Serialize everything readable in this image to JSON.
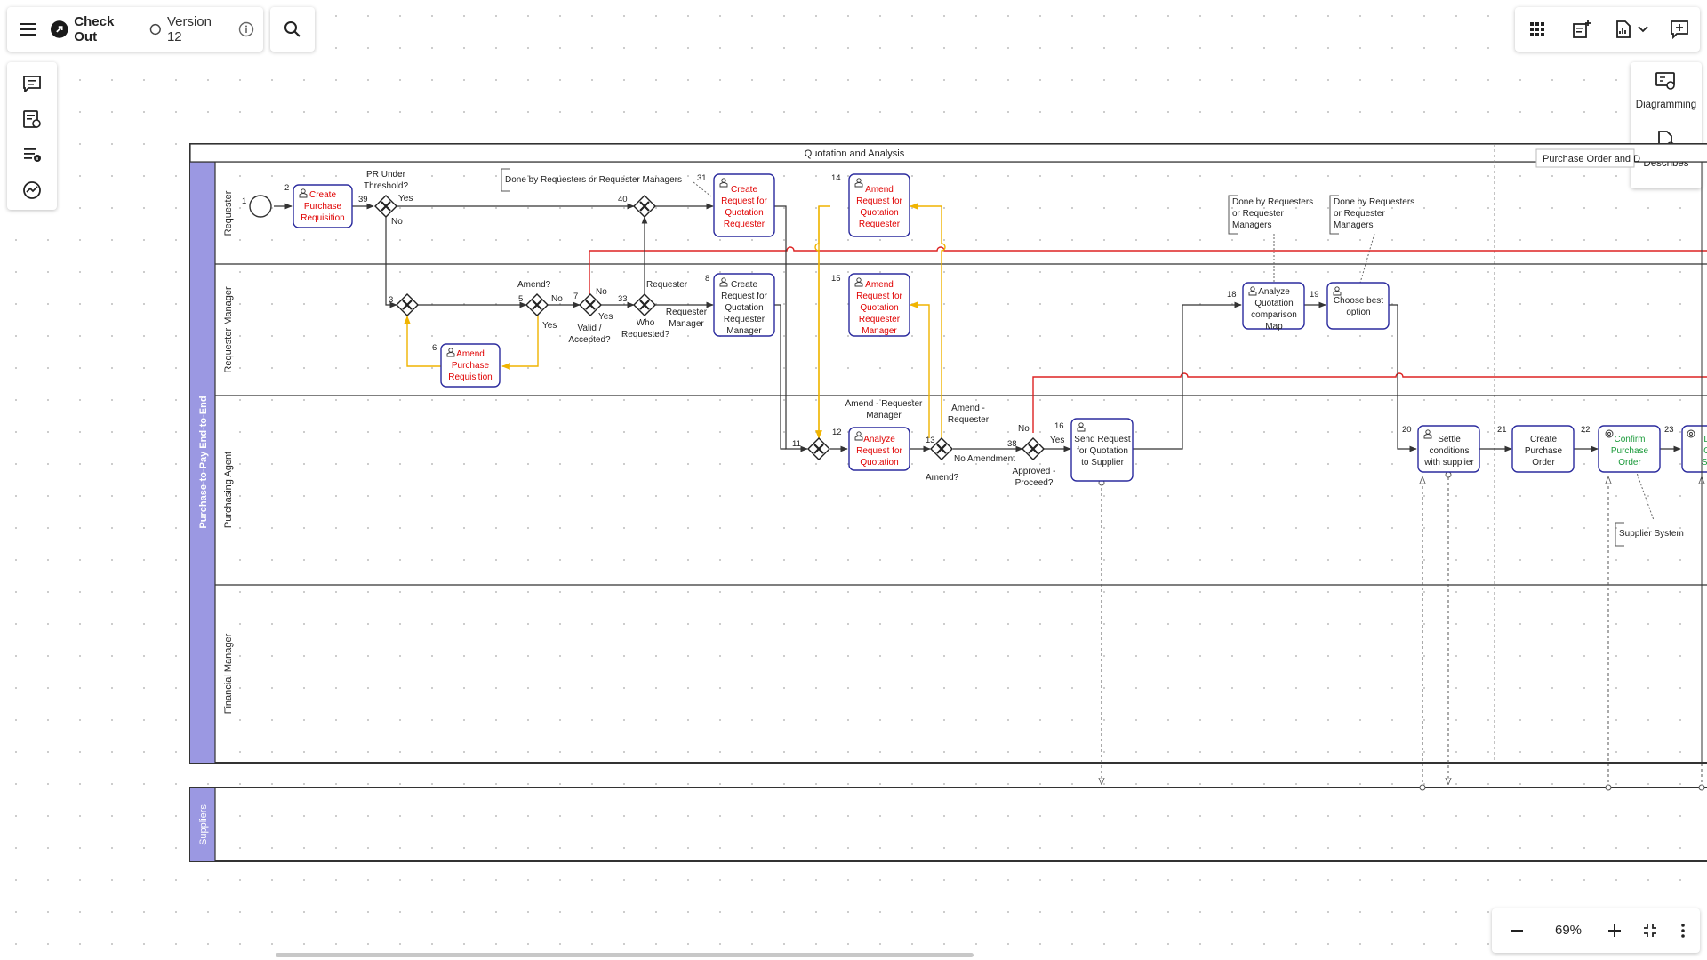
{
  "toolbar": {
    "checkout_label": "Check Out",
    "version_label": "Version 12"
  },
  "right_panel": {
    "diagramming_label": "Diagramming",
    "describes_label": "Describes"
  },
  "zoom": {
    "level": "69%"
  },
  "diagram": {
    "pool_main": "Purchase-to-Pay End-to-End",
    "pool_suppliers": "Suppliers",
    "phase_1": "Quotation and Analysis",
    "phase_2": "Purchase Order and D",
    "lanes": {
      "requester": "Requester",
      "requester_manager": "Requester Manager",
      "purchasing_agent": "Purchasing Agent",
      "financial_manager": "Financial Manager"
    },
    "tasks": {
      "t2": [
        "Create",
        "Purchase",
        "Requisition"
      ],
      "t6": [
        "Amend",
        "Purchase",
        "Requisition"
      ],
      "t31": [
        "Create",
        "Request for",
        "Quotation",
        "Requester"
      ],
      "t8": [
        "Create",
        "Request for",
        "Quotation",
        "Requester",
        "Manager"
      ],
      "t14": [
        "Amend",
        "Request for",
        "Quotation",
        "Requester"
      ],
      "t15": [
        "Amend",
        "Request for",
        "Quotation",
        "Requester",
        "Manager"
      ],
      "t12": [
        "Analyze",
        "Request for",
        "Quotation"
      ],
      "t16": [
        "Send Request",
        "for Quotation",
        "to Supplier"
      ],
      "t18": [
        "Analyze",
        "Quotation",
        "comparison",
        "Map"
      ],
      "t19": [
        "Choose best",
        "option"
      ],
      "t20": [
        "Settle",
        "conditions",
        "with supplier"
      ],
      "t21": [
        "Create",
        "Purchase",
        "Order"
      ],
      "t22": [
        "Confirm",
        "Purchase",
        "Order"
      ],
      "t23": [
        "D",
        "G",
        "Se"
      ]
    },
    "numbers": {
      "n1": "1",
      "n2": "2",
      "n39": "39",
      "n3": "3",
      "n6": "6",
      "n5": "5",
      "n7": "7",
      "n33": "33",
      "n40": "40",
      "n31": "31",
      "n8": "8",
      "n14": "14",
      "n15": "15",
      "n11": "11",
      "n12": "12",
      "n13": "13",
      "n38": "38",
      "n16": "16",
      "n18": "18",
      "n19": "19",
      "n20": "20",
      "n21": "21",
      "n22": "22",
      "n23": "23"
    },
    "labels": {
      "pr_threshold": [
        "PR Under",
        "Threshold?"
      ],
      "yes": "Yes",
      "no": "No",
      "amend_q": "Amend?",
      "valid_accepted": [
        "Valid /",
        "Accepted?"
      ],
      "who_requested": [
        "Who",
        "Requested?"
      ],
      "requester": "Requester",
      "requester_manager": [
        "Requester",
        "Manager"
      ],
      "amend_requester_manager": [
        "Amend - Requester",
        "Manager"
      ],
      "amend_requester": [
        "Amend -",
        "Requester"
      ],
      "no_amendment": "No Amendment",
      "approved_proceed": [
        "Approved -",
        "Proceed?"
      ]
    },
    "annotations": {
      "a1": "Done by Requesters or Requester Managers",
      "a2": [
        "Done by Requesters",
        "or Requester",
        "Managers"
      ],
      "a3": [
        "Done by Requesters",
        "or Requester",
        "Managers"
      ],
      "a4": "Supplier System"
    }
  },
  "colors": {
    "task_border": "#2b2b9e",
    "task_red_text": "#e00000",
    "task_green_text": "#1a9a3a",
    "amend_flow": "#f0b400",
    "message_red": "#d22",
    "pool_band": "#9b98e2"
  }
}
